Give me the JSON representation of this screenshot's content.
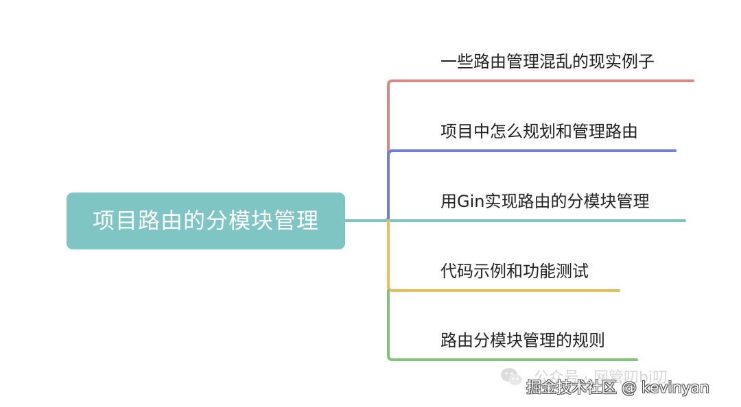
{
  "root": {
    "label": "项目路由的分模块管理",
    "color": "#7fc5c4"
  },
  "branches": [
    {
      "label": "一些路由管理混乱的现实例子",
      "color": "#d98a86"
    },
    {
      "label": "项目中怎么规划和管理路由",
      "color": "#6f7fd6"
    },
    {
      "label": "用Gin实现路由的分模块管理",
      "color": "#7fc5c4"
    },
    {
      "label": "代码示例和功能测试",
      "color": "#e0c163"
    },
    {
      "label": "路由分模块管理的规则",
      "color": "#86c07f"
    }
  ],
  "watermark": {
    "faint_text": "公众号 · 网管叨bi叨",
    "main_text": "掘金技术社区 @ kevinyan",
    "icon": "wechat-icon"
  }
}
